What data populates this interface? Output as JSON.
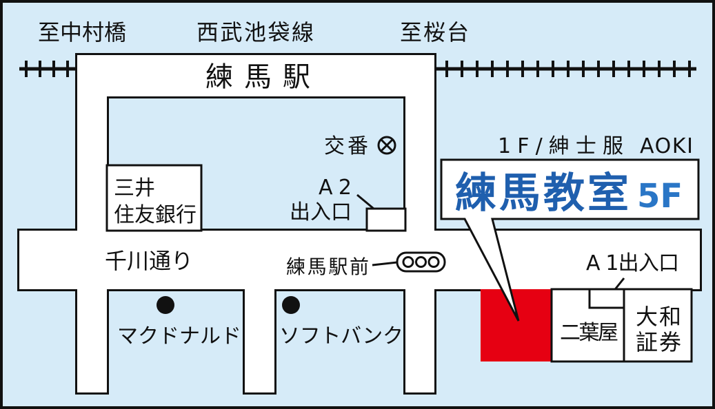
{
  "directions": {
    "left": "至中村橋",
    "line": "西武池袋線",
    "right": "至桜台"
  },
  "station": {
    "name": "練馬駅"
  },
  "police_box": {
    "label": "交番",
    "icon": "koban-cross-circle-icon"
  },
  "bank": {
    "line1": "三井",
    "line2": "住友銀行"
  },
  "exit_a2": {
    "line1": "A 2",
    "line2": "出入口"
  },
  "street": {
    "name": "千川通り"
  },
  "bus_stop": {
    "name": "練馬駅前",
    "icon": "bus-stop-icon"
  },
  "exit_a1": {
    "label": "A 1出入口"
  },
  "callout": {
    "note_floor": "1F/紳士服",
    "note_brand": "AOKI",
    "title": "練馬教室",
    "floor": "5F"
  },
  "shops": {
    "futabaya": "二葉屋",
    "daiwa_line1": "大和",
    "daiwa_line2": "証券",
    "mcdonalds": "マクドナルド",
    "softbank": "ソフトバンク"
  },
  "colors": {
    "background": "#d6ebf8",
    "road": "#ffffff",
    "outline": "#111111",
    "target_building": "#e60012",
    "callout_title": "#1f5fae",
    "callout_floor": "#2a76c6"
  }
}
